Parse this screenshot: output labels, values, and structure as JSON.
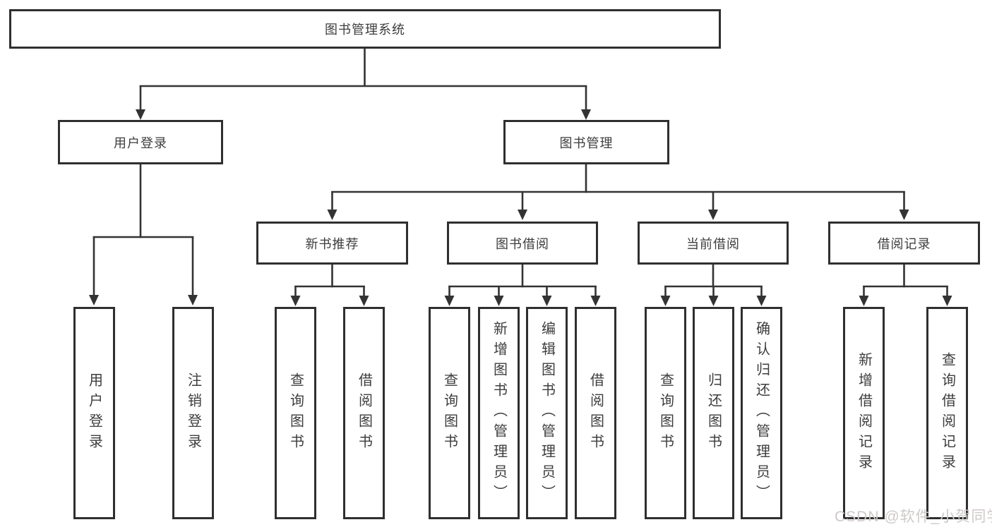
{
  "diagram": {
    "title": "图书管理系统",
    "branches": [
      {
        "label": "用户登录",
        "children": [
          {
            "label": "用户登录"
          },
          {
            "label": "注销登录"
          }
        ]
      },
      {
        "label": "图书管理",
        "children": [
          {
            "label": "新书推荐",
            "children": [
              {
                "label": "查询图书"
              },
              {
                "label": "借阅图书"
              }
            ]
          },
          {
            "label": "图书借阅",
            "children": [
              {
                "label": "查询图书"
              },
              {
                "label": "新增图书（管理员）"
              },
              {
                "label": "编辑图书（管理员）"
              },
              {
                "label": "借阅图书"
              }
            ]
          },
          {
            "label": "当前借阅",
            "children": [
              {
                "label": "查询图书"
              },
              {
                "label": "归还图书"
              },
              {
                "label": "确认归还（管理员）"
              }
            ]
          },
          {
            "label": "借阅记录",
            "children": [
              {
                "label": "新增借阅记录"
              },
              {
                "label": "查询借阅记录"
              }
            ]
          }
        ]
      }
    ]
  },
  "watermark": "CSDN @软件_小贺同学",
  "colors": {
    "line": "#333333",
    "node_border": "#2f2f2f",
    "text": "#3d3d3d",
    "watermark_text": "#cfc9c9",
    "background": "#ffffff"
  }
}
